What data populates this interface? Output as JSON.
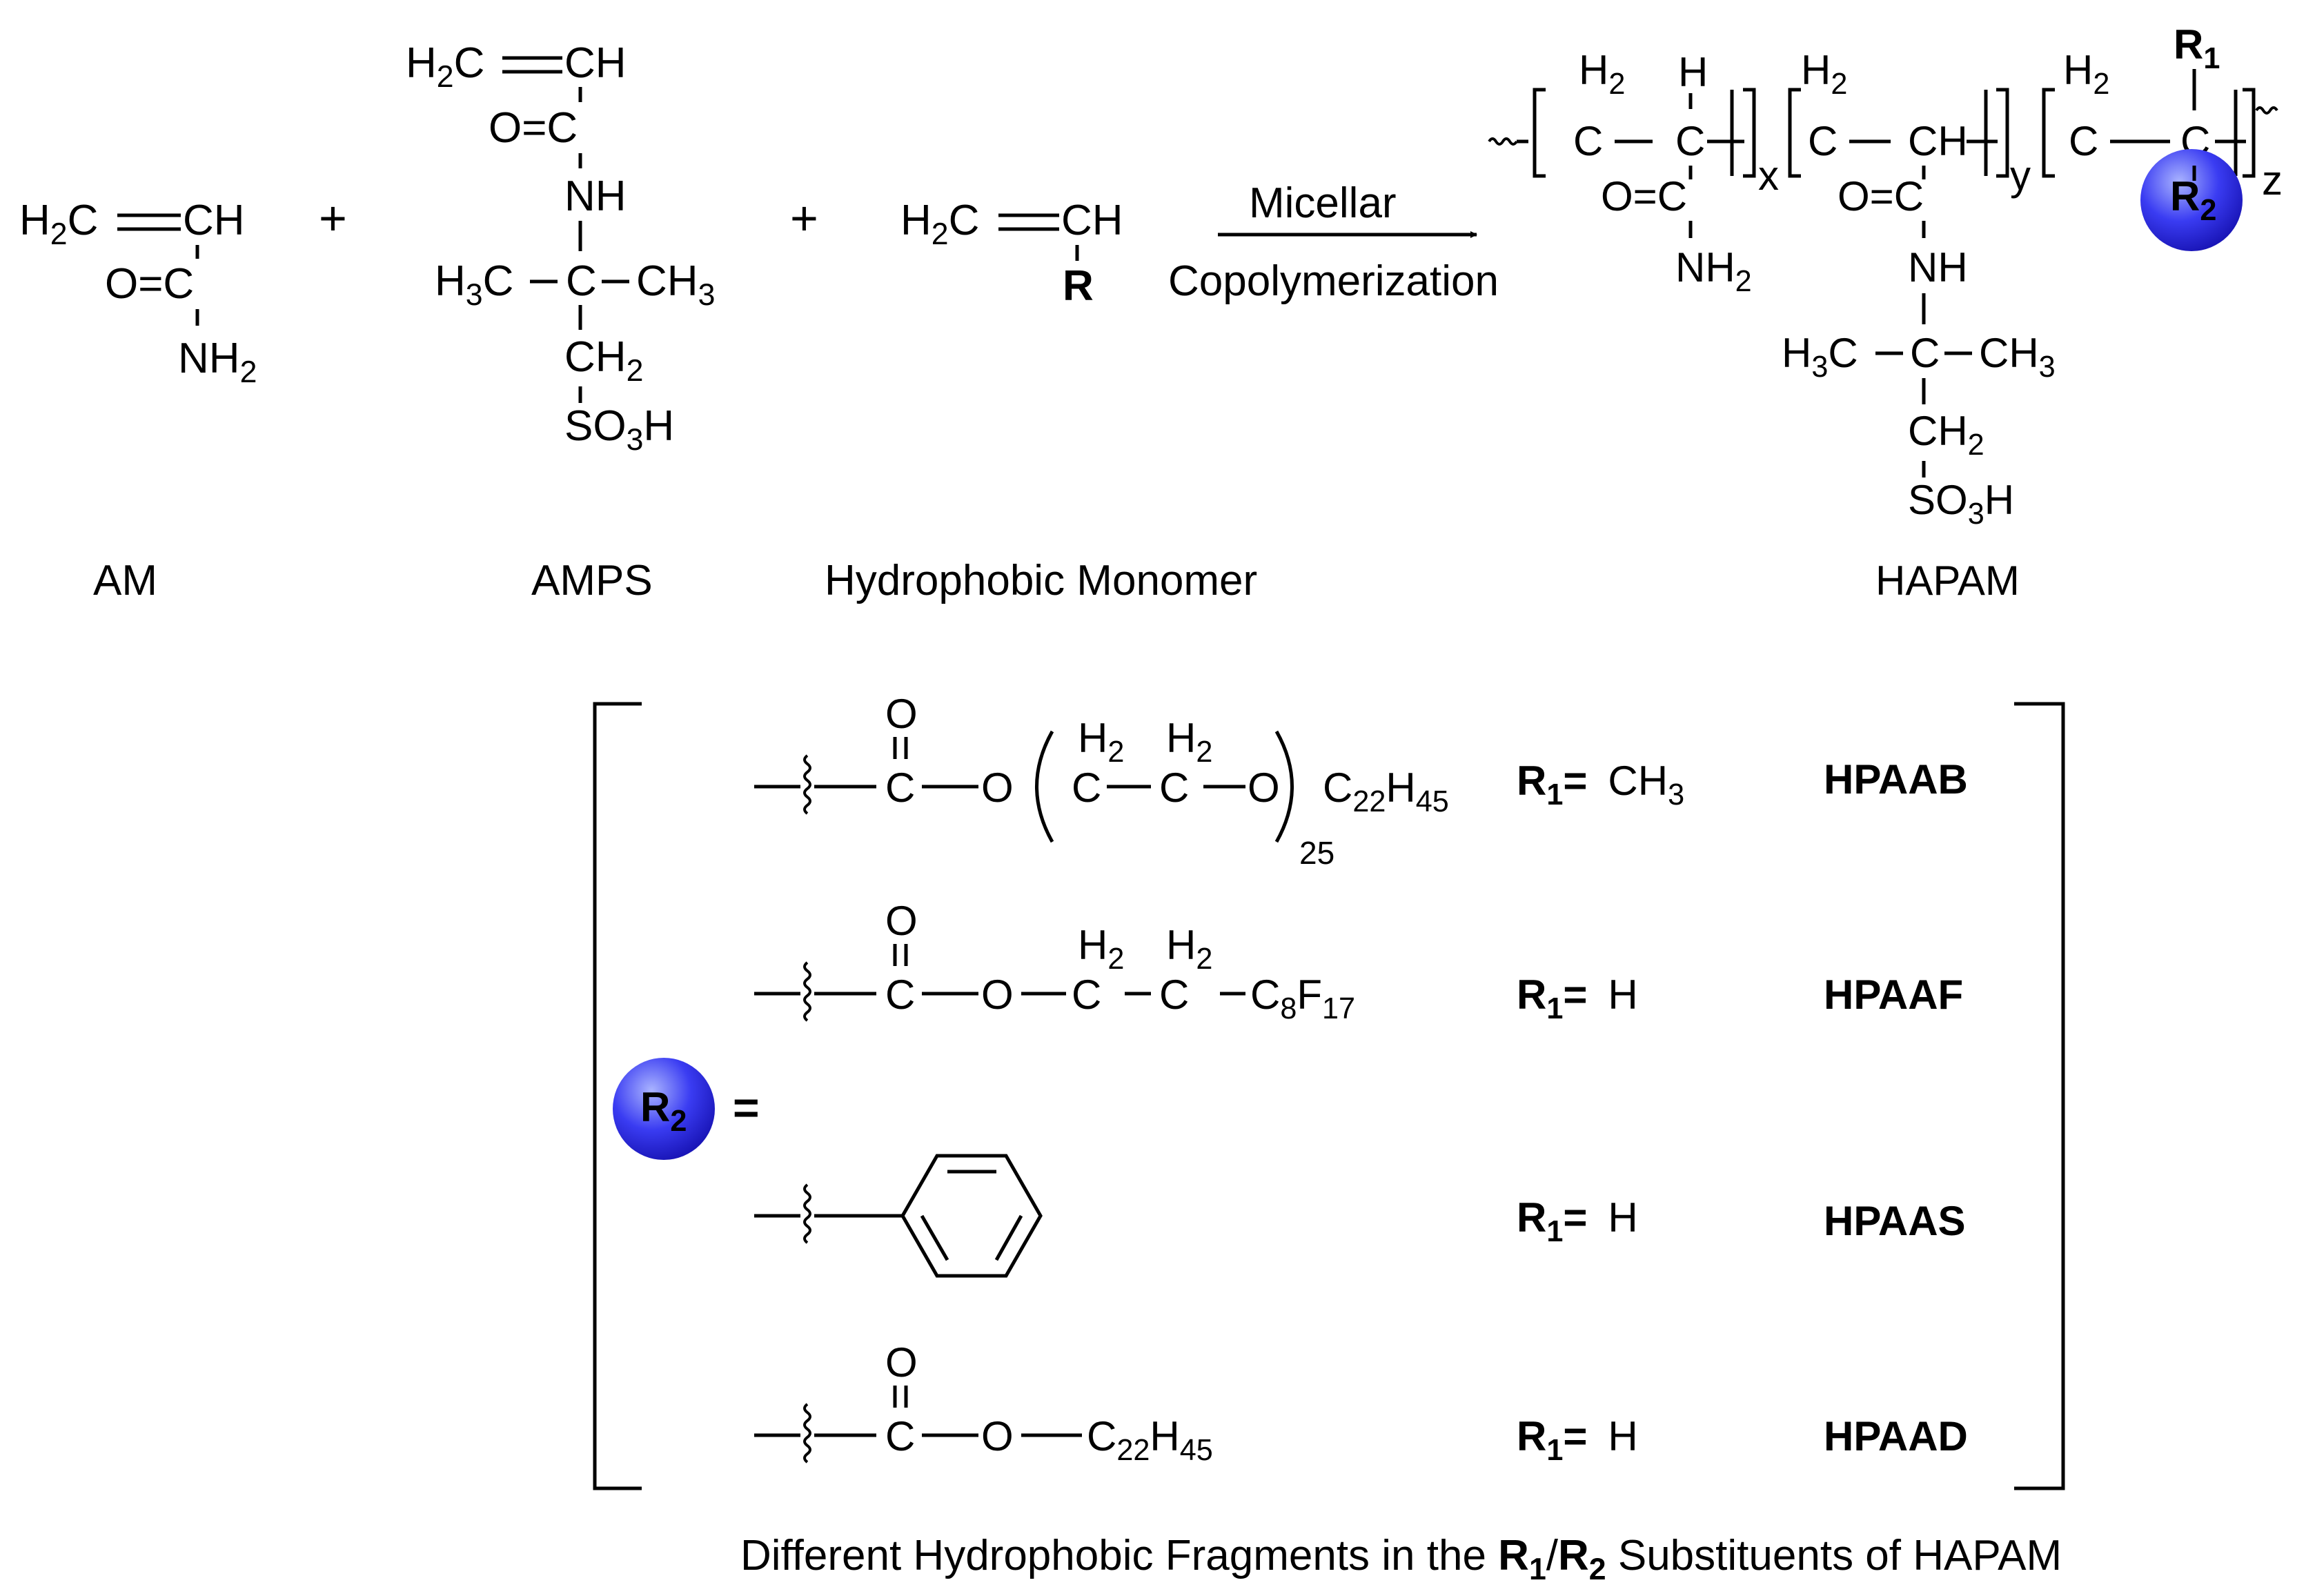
{
  "colors": {
    "ink": "#000000",
    "ball_light": "#aab4ff",
    "ball_mid": "#3a3cf2",
    "ball_dark": "#1a16b8"
  },
  "reactants": {
    "am": {
      "label": "AM",
      "h2c": "H",
      "h2c_sub": "2",
      "h2c_c": "C",
      "ch": "CH",
      "o_eq_c": "O=C",
      "nh2": "NH",
      "nh2_sub": "2"
    },
    "amps": {
      "label": "AMPS",
      "h2c": "H",
      "h2c_sub": "2",
      "h2c_c": "C",
      "ch": "CH",
      "o_eq_c": "O=C",
      "nh": "NH",
      "h3c": "H",
      "h3c_sub": "3",
      "h3c_c": "C",
      "c": "C",
      "ch3": "CH",
      "ch3_sub": "3",
      "ch2": "CH",
      "ch2_sub": "2",
      "so3h_a": "SO",
      "so3h_sub": "3",
      "so3h_b": "H"
    },
    "hydrophobic": {
      "label": "Hydrophobic Monomer",
      "h2c": "H",
      "h2c_sub": "2",
      "h2c_c": "C",
      "ch": "CH",
      "r": "R"
    }
  },
  "plus_sign": "+",
  "arrow": {
    "top": "Micellar",
    "bottom": "Copolymerization"
  },
  "product": {
    "label": "HAPAM",
    "h2": "H",
    "h2_sub": "2",
    "c": "C",
    "h": "H",
    "ch": "CH",
    "x": "x",
    "y": "y",
    "z": "z",
    "o_eq_c": "O=C",
    "nh2": "NH",
    "nh2_sub": "2",
    "nh": "NH",
    "h3c": "H",
    "h3c_sub": "3",
    "h3c_c": "C",
    "ch3": "CH",
    "ch3_sub": "3",
    "ch2": "CH",
    "ch2_sub": "2",
    "so3h_a": "SO",
    "so3h_sub": "3",
    "so3h_b": "H",
    "r1": "R",
    "r1_sub": "1",
    "r2": "R",
    "r2_sub": "2"
  },
  "substituents": {
    "r2_ball": {
      "r": "R",
      "sub": "2"
    },
    "equals": "=",
    "rows": [
      {
        "fragment": {
          "o": "O",
          "c": "C",
          "o2": "O",
          "h2a": "H",
          "h2a_sub": "2",
          "c2": "C",
          "h2b": "H",
          "h2b_sub": "2",
          "c3": "C",
          "o3": "O",
          "n": "25",
          "tail_a": "C",
          "tail_sub1": "22",
          "tail_b": "H",
          "tail_sub2": "45"
        },
        "r1_label": "R",
        "r1_sub": "1",
        "r1_eq": "=",
        "r1_value": "CH",
        "r1_value_sub": "3",
        "name": "HPAAB"
      },
      {
        "fragment": {
          "o": "O",
          "c": "C",
          "o2": "O",
          "h2a": "H",
          "h2a_sub": "2",
          "c2": "C",
          "h2b": "H",
          "h2b_sub": "2",
          "c3": "C",
          "tail_a": "C",
          "tail_sub1": "8",
          "tail_b": "F",
          "tail_sub2": "17"
        },
        "r1_label": "R",
        "r1_sub": "1",
        "r1_eq": "=",
        "r1_value": "H",
        "name": "HPAAF"
      },
      {
        "fragment": {},
        "r1_label": "R",
        "r1_sub": "1",
        "r1_eq": "=",
        "r1_value": "H",
        "name": "HPAAS"
      },
      {
        "fragment": {
          "o": "O",
          "c": "C",
          "o2": "O",
          "tail_a": "C",
          "tail_sub1": "22",
          "tail_b": "H",
          "tail_sub2": "45"
        },
        "r1_label": "R",
        "r1_sub": "1",
        "r1_eq": "=",
        "r1_value": "H",
        "name": "HPAAD"
      }
    ]
  },
  "caption": {
    "pre": "Different Hydrophobic Fragments in the ",
    "r1": "R",
    "r1_sub": "1",
    "slash": "/",
    "r2": "R",
    "r2_sub": "2",
    "post": " Substituents of HAPAM"
  }
}
